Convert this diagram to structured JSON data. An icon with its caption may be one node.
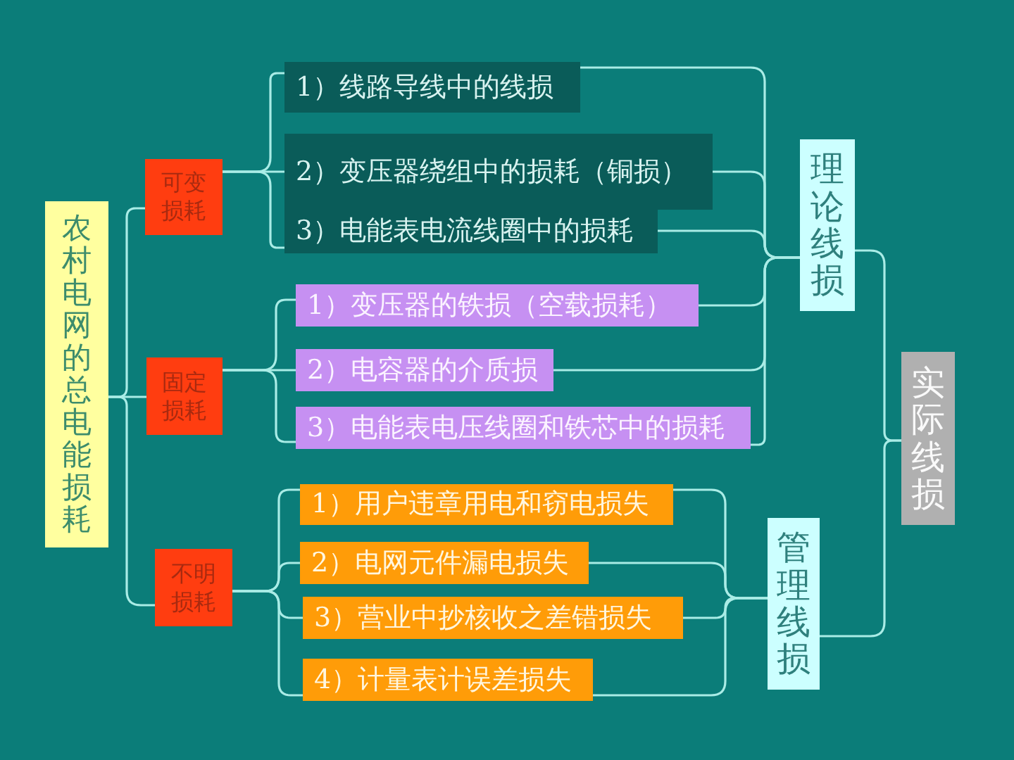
{
  "diagram": {
    "nodes": [
      {
        "text": [
          "农村电网的总电能损耗"
        ]
      },
      {
        "text": [
          "可变损耗"
        ]
      },
      {
        "text": [
          "固定损耗"
        ]
      },
      {
        "text": [
          "不明损耗"
        ]
      },
      {
        "text": [
          "1）线路导线中的线损"
        ]
      },
      {
        "text": [
          "2）变压器绕组中的损耗（铜损）"
        ]
      },
      {
        "text": [
          "3）电能表电流线圈中的损耗"
        ]
      },
      {
        "text": [
          "1）变压器的铁损（空载损耗）"
        ]
      },
      {
        "text": [
          "2）电容器的介质损"
        ]
      },
      {
        "text": [
          "3）电能表电压线圈和铁芯中的损耗"
        ]
      },
      {
        "text": [
          "1）用户违章用电和窃电损失"
        ]
      },
      {
        "text": [
          "2）电网元件漏电损失"
        ]
      },
      {
        "text": [
          "3）营业中抄核收之差错损失"
        ]
      },
      {
        "text": [
          "4）计量表计误差损失"
        ]
      },
      {
        "text": [
          "理论线损"
        ]
      },
      {
        "text": [
          "管理线损"
        ]
      },
      {
        "text": [
          "实际线损"
        ]
      }
    ],
    "edges": [
      {
        "from": 0,
        "to": 1,
        "arrow": "none"
      },
      {
        "from": 0,
        "to": 2,
        "arrow": "none"
      },
      {
        "from": 0,
        "to": 3,
        "arrow": "none"
      },
      {
        "from": 1,
        "to": 4,
        "arrow": "none"
      },
      {
        "from": 1,
        "to": 5,
        "arrow": "none"
      },
      {
        "from": 1,
        "to": 6,
        "arrow": "none"
      },
      {
        "from": 2,
        "to": 7,
        "arrow": "none"
      },
      {
        "from": 2,
        "to": 8,
        "arrow": "none"
      },
      {
        "from": 2,
        "to": 9,
        "arrow": "none"
      },
      {
        "from": 3,
        "to": 10,
        "arrow": "none"
      },
      {
        "from": 3,
        "to": 11,
        "arrow": "none"
      },
      {
        "from": 3,
        "to": 12,
        "arrow": "none"
      },
      {
        "from": 3,
        "to": 13,
        "arrow": "none"
      },
      {
        "from": 4,
        "to": 14,
        "arrow": "none"
      },
      {
        "from": 5,
        "to": 14,
        "arrow": "none"
      },
      {
        "from": 6,
        "to": 14,
        "arrow": "none"
      },
      {
        "from": 7,
        "to": 14,
        "arrow": "none"
      },
      {
        "from": 8,
        "to": 14,
        "arrow": "none"
      },
      {
        "from": 9,
        "to": 14,
        "arrow": "none"
      },
      {
        "from": 10,
        "to": 15,
        "arrow": "none"
      },
      {
        "from": 11,
        "to": 15,
        "arrow": "none"
      },
      {
        "from": 12,
        "to": 15,
        "arrow": "none"
      },
      {
        "from": 13,
        "to": 15,
        "arrow": "none"
      },
      {
        "from": 14,
        "to": 16,
        "arrow": "none"
      },
      {
        "from": 15,
        "to": 16,
        "arrow": "none"
      }
    ]
  }
}
